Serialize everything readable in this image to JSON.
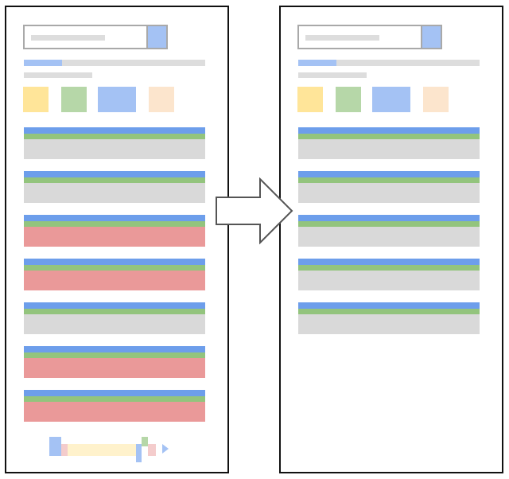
{
  "colors": {
    "frame": "#111111",
    "search_border": "#a9a9a9",
    "placeholder": "#dddddd",
    "accent_blue": "#a4c2f4",
    "strong_blue": "#6d9eeb",
    "green": "#93c47d",
    "gray_body": "#d9d9d9",
    "red_body": "#ea9999",
    "yellow": "#ffe599",
    "light_green": "#b6d7a8",
    "peach": "#fce5cd",
    "pager_yellow": "#fff2cc",
    "pager_pink": "#f4cccc",
    "arrow_fill": "#ffffff",
    "arrow_stroke": "#555555"
  },
  "panels": [
    {
      "id": "before",
      "progress_fraction": 0.21,
      "chips": [
        "yellow",
        "light_green",
        "accent_blue",
        "peach"
      ],
      "results": [
        "gray",
        "gray",
        "red",
        "red",
        "gray",
        "red",
        "red"
      ],
      "has_pager": true
    },
    {
      "id": "after",
      "progress_fraction": 0.21,
      "chips": [
        "yellow",
        "light_green",
        "accent_blue",
        "peach"
      ],
      "results": [
        "gray",
        "gray",
        "gray",
        "gray",
        "gray"
      ],
      "has_pager": false
    }
  ],
  "connector": {
    "icon": "right-arrow-icon",
    "direction": "left-to-right"
  }
}
